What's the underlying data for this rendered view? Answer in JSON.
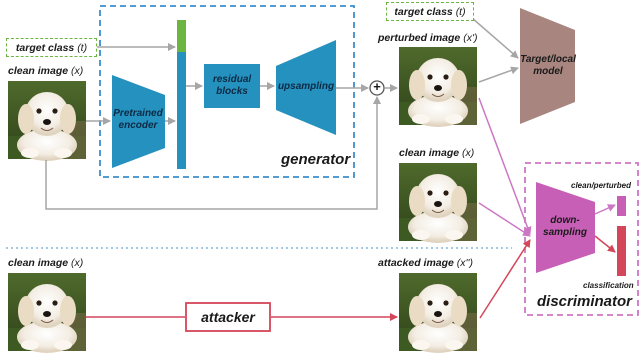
{
  "generator": {
    "title": "generator",
    "target_class": "target class",
    "target_class_var": "(t)",
    "clean_image": "clean image",
    "clean_image_var": "(x)",
    "encoder": "Pretrained encoder",
    "residual": "residual blocks",
    "upsampling": "upsampling",
    "plus": "+"
  },
  "perturbed": {
    "target_class": "target class",
    "target_class_var": "(t)",
    "perturbed_image": "perturbed image",
    "perturbed_image_var": "(x')",
    "clean_image2": "clean image",
    "clean_image2_var": "(x)",
    "model": "Target/local model"
  },
  "discriminator": {
    "title": "discriminator",
    "downsampling": "down-sampling",
    "clean_perturbed": "clean/perturbed",
    "classification": "classification"
  },
  "attacker_row": {
    "clean_image": "clean image",
    "clean_image_var": "(x)",
    "attacker": "attacker",
    "attacked_image": "attacked image",
    "attacked_image_var": "(x'')"
  },
  "colors": {
    "teal": "#2591bf",
    "green": "#6db543",
    "gray_arrow": "#a6a6a6",
    "model": "#a8857f",
    "disc": "#c65fb5",
    "red": "#d4465a",
    "dash_blue": "#3a8ecb",
    "dash_pink": "#cc77c4"
  }
}
